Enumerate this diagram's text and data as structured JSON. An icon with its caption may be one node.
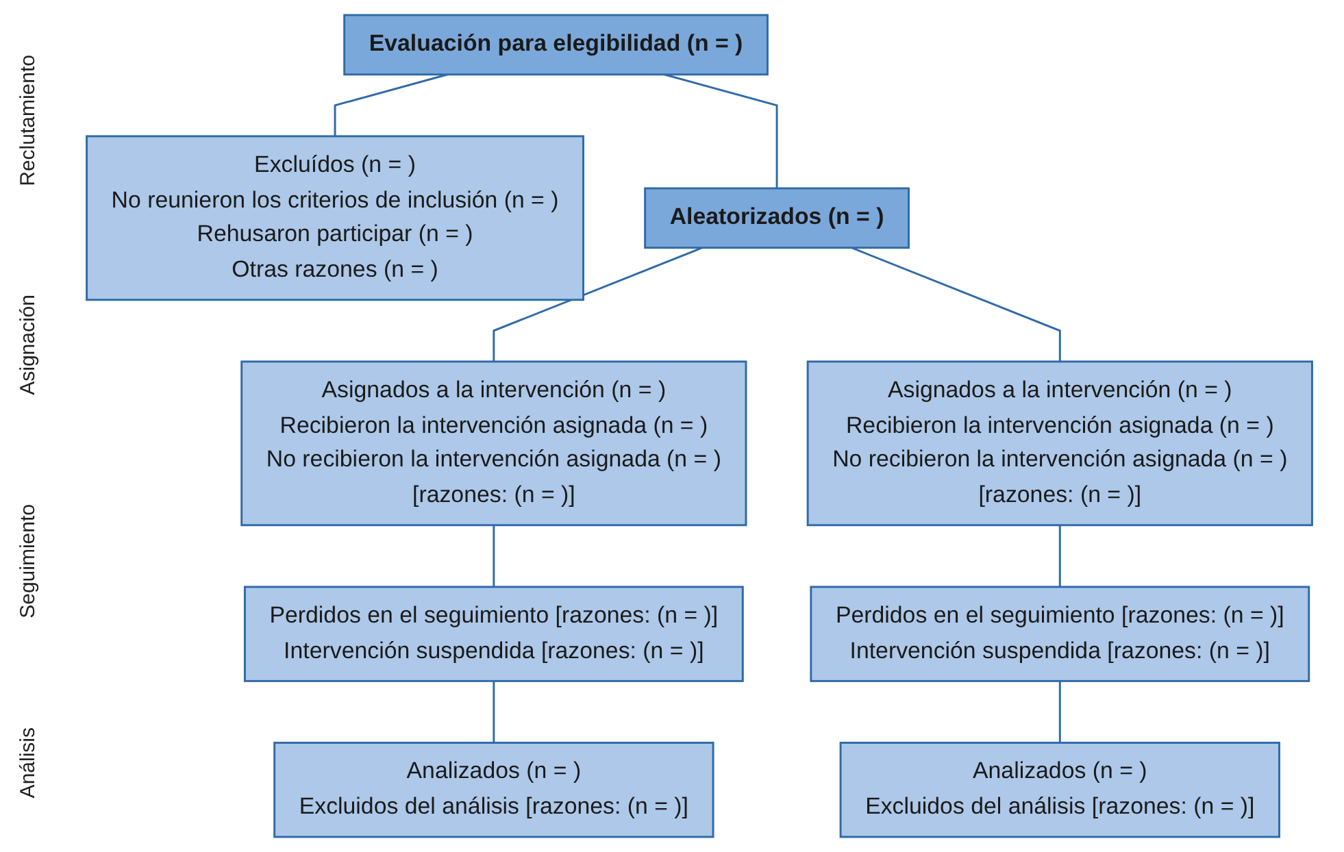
{
  "diagram": {
    "nodes": [
      {
        "text": [
          "Evaluación para elegibilidad (n = )"
        ]
      },
      {
        "text": [
          "Excluídos (n = )",
          "No reunieron los criterios de inclusión (n = )",
          "Rehusaron participar (n = )",
          "Otras razones (n = )"
        ]
      },
      {
        "text": [
          "Aleatorizados (n = )"
        ]
      },
      {
        "text": [
          "Asignados a la intervención (n = )",
          "Recibieron la intervención asignada (n = )",
          "No recibieron la intervención asignada (n = )",
          "[razones: (n = )]"
        ]
      },
      {
        "text": [
          "Asignados a la intervención (n = )",
          "Recibieron la intervención asignada (n = )",
          "No recibieron la intervención asignada (n = )",
          "[razones: (n = )]"
        ]
      },
      {
        "text": [
          "Perdidos en el seguimiento [razones: (n = )]",
          "Intervención suspendida [razones: (n = )]"
        ]
      },
      {
        "text": [
          "Perdidos en el seguimiento [razones: (n = )]",
          "Intervención suspendida [razones: (n = )]"
        ]
      },
      {
        "text": [
          "Analizados (n = )",
          "Excluidos del análisis [razones: (n = )]"
        ]
      },
      {
        "text": [
          "Analizados (n = )",
          "Excluidos del análisis [razones: (n = )]"
        ]
      }
    ],
    "edges": [
      {
        "from": 0,
        "to": 1,
        "arrow": "none"
      },
      {
        "from": 0,
        "to": 2,
        "arrow": "none"
      },
      {
        "from": 2,
        "to": 3,
        "arrow": "none"
      },
      {
        "from": 2,
        "to": 4,
        "arrow": "none"
      },
      {
        "from": 3,
        "to": 5,
        "arrow": "none"
      },
      {
        "from": 4,
        "to": 6,
        "arrow": "none"
      },
      {
        "from": 5,
        "to": 7,
        "arrow": "none"
      },
      {
        "from": 6,
        "to": 8,
        "arrow": "none"
      }
    ],
    "labels": [
      "Reclutamiento",
      "Asignación",
      "Seguimiento",
      "Análisis"
    ]
  }
}
